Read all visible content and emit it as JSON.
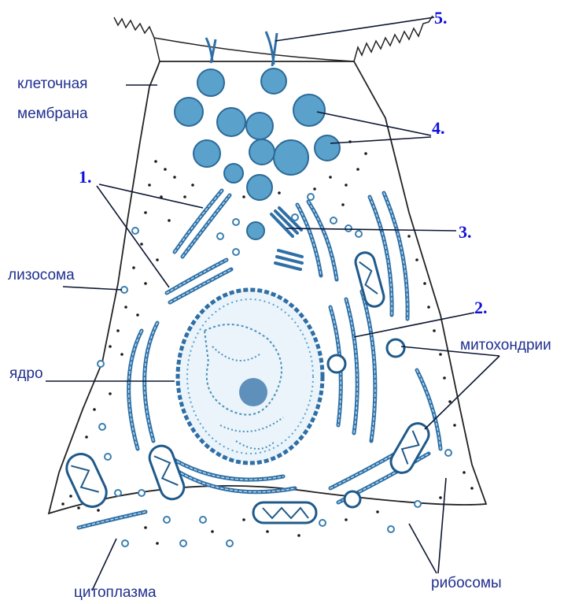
{
  "labels": {
    "membrane_line1": "клеточная",
    "membrane_line2": "мембрана",
    "lysosome": "лизосома",
    "nucleus": "ядро",
    "cytoplasm": "цитоплазма",
    "mitochondria": "митохондрии",
    "ribosomes": "рибосомы"
  },
  "numbers": {
    "n1": "1.",
    "n2": "2.",
    "n3": "3.",
    "n4": "4.",
    "n5": "5."
  },
  "colors": {
    "organelle_blue": "#2f6fa6",
    "label_text": "#1f2f8f",
    "number_text": "#1010dd"
  }
}
